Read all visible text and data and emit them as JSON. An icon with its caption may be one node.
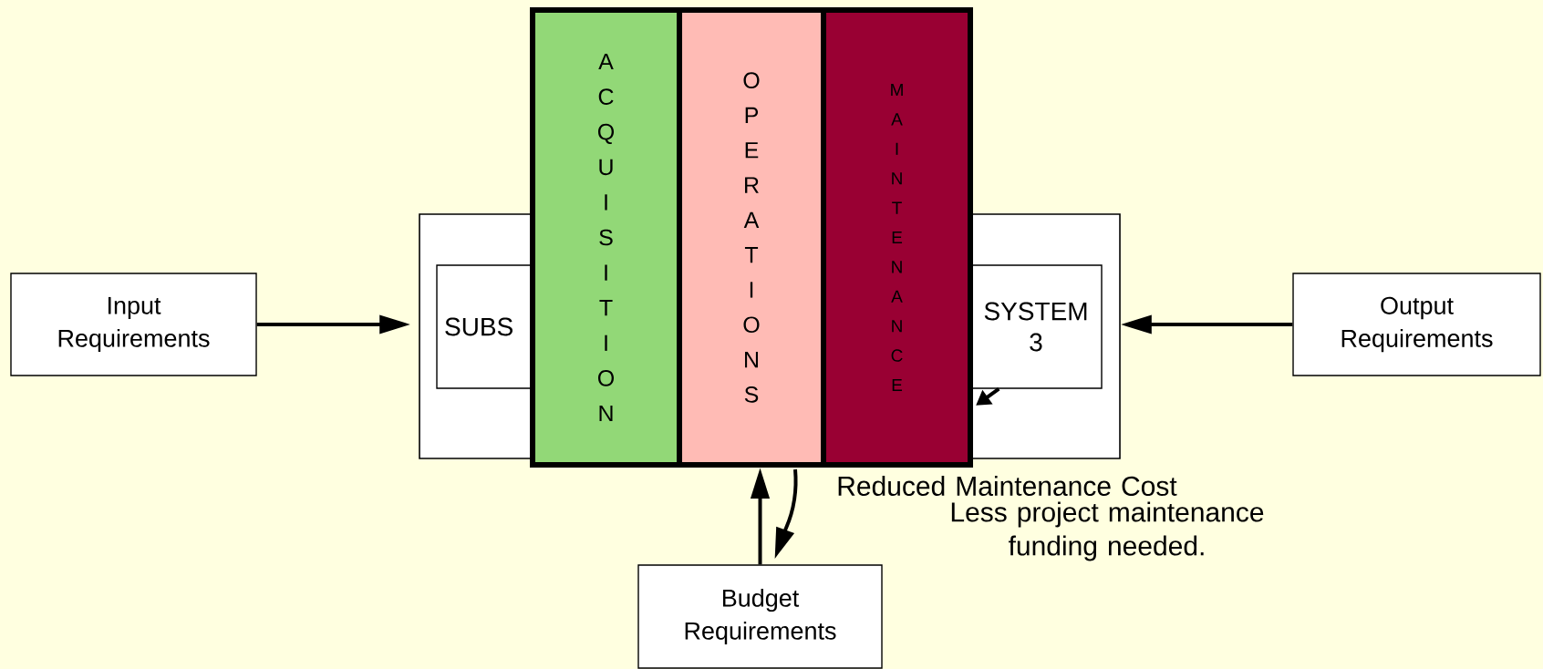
{
  "diagram": {
    "nodes": [
      {
        "text": [
          "Input Requirements"
        ]
      },
      {
        "text": [],
        "shape": "box"
      },
      {
        "text": [
          "SUBS"
        ],
        "in": 1
      },
      {
        "text": [
          "A C Q U I S I T I O N"
        ]
      },
      {
        "text": [
          "O P E R A T I O N S"
        ]
      },
      {
        "text": [
          "M A I N T E N A N C E"
        ]
      },
      {
        "text": [],
        "shape": "box"
      },
      {
        "text": [
          "SYSTEM 3"
        ],
        "in": 6
      },
      {
        "text": [
          "Output Requirements"
        ]
      },
      {
        "text": [
          "Budget Requirements"
        ]
      }
    ],
    "edges": [
      {
        "from": 0,
        "to": 1,
        "arrow": "to"
      },
      {
        "from": 8,
        "to": 6,
        "arrow": "to"
      },
      {
        "from": 9,
        "to": 4,
        "arrow": "to"
      },
      {
        "from": 4,
        "to": 9,
        "arrow": "to"
      },
      {
        "from": 7,
        "to": 5,
        "arrow": "to"
      }
    ],
    "labels": [
      "Reduced Maintenance Cost",
      "Less project maintenance funding needed."
    ]
  }
}
